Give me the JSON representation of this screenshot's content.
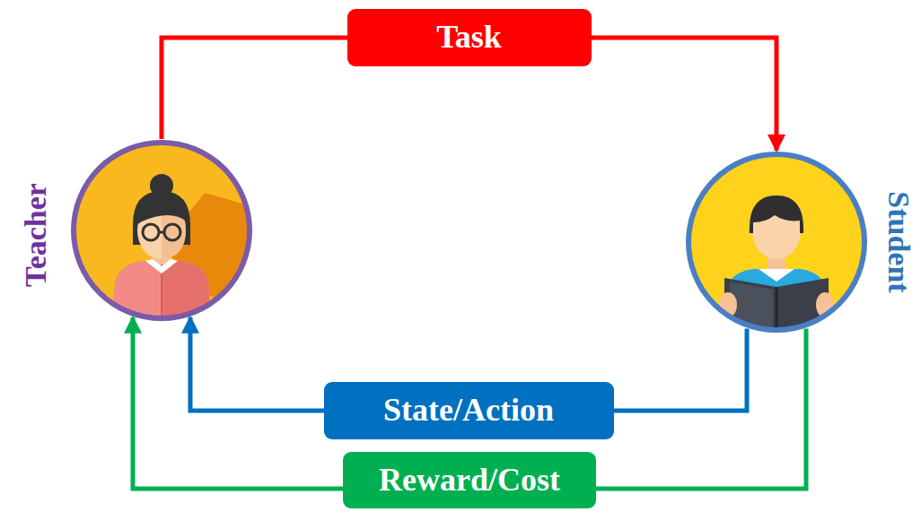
{
  "diagram": {
    "nodes": [
      {
        "text": [
          "Teacher"
        ]
      },
      {
        "text": [
          "Student"
        ]
      }
    ],
    "edges": [
      {
        "from": 0,
        "to": 1,
        "label": "Task",
        "arrow": "to"
      },
      {
        "from": 1,
        "to": 0,
        "label": "State/Action",
        "arrow": "to"
      },
      {
        "from": 1,
        "to": 0,
        "label": "Reward/Cost",
        "arrow": "to"
      }
    ]
  }
}
